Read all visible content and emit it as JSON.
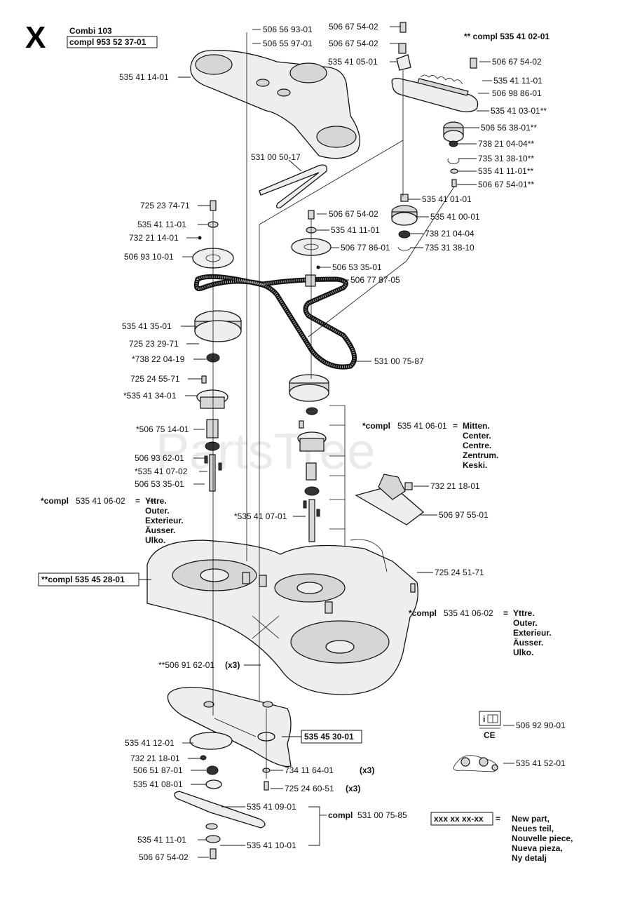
{
  "header": {
    "section_letter": "X",
    "model": "Combi 103",
    "assembly": "compl 953 52 37-01",
    "top_right_kit": "** compl 535 41 02-01"
  },
  "watermark": "PartsTree",
  "labels": {
    "l1": "506 56 93-01",
    "l2": "506 55 97-01",
    "l3": "535 41 14-01",
    "l4": "506 67 54-02",
    "l5": "506 67 54-02",
    "l6": "535 41 05-01",
    "l7": "506 67 54-02",
    "l8": "535 41 11-01",
    "l9": "506 98 86-01",
    "l10": "535 41 03-01**",
    "l11": "506 56 38-01**",
    "l12": "738 21 04-04**",
    "l13": "735 31 38-10**",
    "l14": "535 41 11-01**",
    "l15": "506 67 54-01**",
    "l16": "531 00 50-17",
    "l17": "535 41 01-01",
    "l18": "535 41 00-01",
    "l19": "738 21 04-04",
    "l20": "735 31 38-10",
    "l21": "725 23 74-71",
    "l22": "535 41 11-01",
    "l23": "732 21 14-01",
    "l24": "506 93 10-01",
    "l25": "506 67 54-02",
    "l26": "535 41 11-01",
    "l27": "506 77 86-01",
    "l28": "506 53 35-01",
    "l29": "506 77 87-05",
    "l30": "535 41 35-01",
    "l31": "725 23 29-71",
    "l32": "*738 22 04-19",
    "l33": "725 24 55-71",
    "l34": "*535 41 34-01",
    "l35": "*506 75 14-01",
    "l36": "506 93 62-01",
    "l37": "*535 41 07-02",
    "l38": "506 53 35-01",
    "l39": "531 00 75-87",
    "l40": "732 21 18-01",
    "l41": "506 97 55-01",
    "l42": "*535 41 07-01",
    "l43": "725 24 51-71",
    "l44": "**506 91 62-01",
    "l45": "535 41 12-01",
    "l46": "732 21 18-01",
    "l47": "506 51 87-01",
    "l48": "535 41 08-01",
    "l49": "535 41 09-01",
    "l50": "535 41 10-01",
    "l51": "535 41 11-01",
    "l52": "506 67 54-02",
    "l53": "734 11 64-01",
    "l54": "725 24 60-51",
    "l55": "506 92 90-01",
    "l56": "535 41 52-01"
  },
  "qty": {
    "x3": "(x3)"
  },
  "groups": {
    "center_kit": {
      "prefix": "*compl",
      "number": "535 41 06-01",
      "eq": "=",
      "names": [
        "Mitten.",
        "Center.",
        "Centre.",
        "Zentrum.",
        "Keski."
      ]
    },
    "outer_kit_left": {
      "prefix": "*compl",
      "number": "535 41 06-02",
      "eq": "=",
      "names": [
        "Yttre.",
        "Outer.",
        "Exterieur.",
        "Äusser.",
        "Ulko."
      ]
    },
    "outer_kit_right": {
      "prefix": "*compl",
      "number": "535 41 06-02",
      "eq": "=",
      "names": [
        "Yttre.",
        "Outer.",
        "Exterieur.",
        "Äusser.",
        "Ulko."
      ]
    },
    "deck_kit": "**compl 535 45 28-01",
    "plate_kit": "535 45 30-01",
    "blade_kit_prefix": "compl",
    "blade_kit_number": "531 00 75-85"
  },
  "legend": {
    "new_part_box": "xxx xx xx-xx",
    "eq": "=",
    "names": [
      "New part,",
      "Neues teil,",
      "Nouvelle piece,",
      "Nueva pieza,",
      "Ny detalj"
    ]
  },
  "manual_icon": {
    "book_letter": "i",
    "ce_mark": "CE"
  }
}
